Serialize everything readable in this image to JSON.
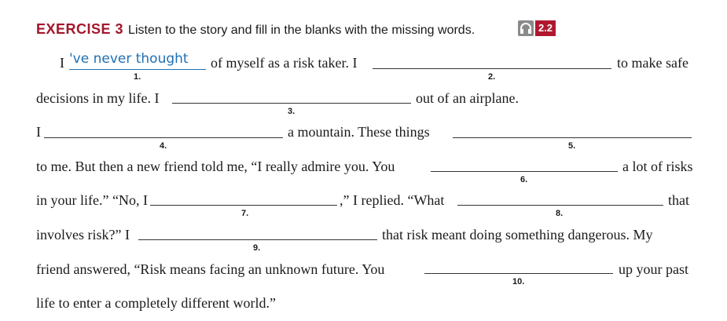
{
  "header": {
    "exercise_label": "EXERCISE 3",
    "instruction": "Listen to the story and fill in the blanks with the missing words.",
    "audio_track": "2.2",
    "icon": "headphones-icon"
  },
  "colors": {
    "exercise": "#a3162b",
    "answer": "#1f6fb5"
  },
  "example_answer": "'ve never thought",
  "numbers": [
    "1.",
    "2.",
    "3.",
    "4.",
    "5.",
    "6.",
    "7.",
    "8.",
    "9.",
    "10."
  ],
  "text": {
    "p1a": "I",
    "p1b": "of myself as a risk taker. I",
    "p1c": "to make safe",
    "p2a": "decisions in my life. I",
    "p2b": "out of an airplane.",
    "p3a": "I",
    "p3b": "a mountain. These things",
    "p4a": "to me. But then a new friend told me, “I really admire you. You",
    "p4b": "a lot of risks",
    "p5a": "in your life.” “No, I",
    "p5b": ",” I replied. “What",
    "p5c": "that",
    "p6a": "involves risk?” I",
    "p6b": "that risk meant doing something dangerous. My",
    "p7a": "friend answered, “Risk means facing an unknown future. You",
    "p7b": "up your past",
    "p8a": "life to enter a completely different world.”"
  }
}
